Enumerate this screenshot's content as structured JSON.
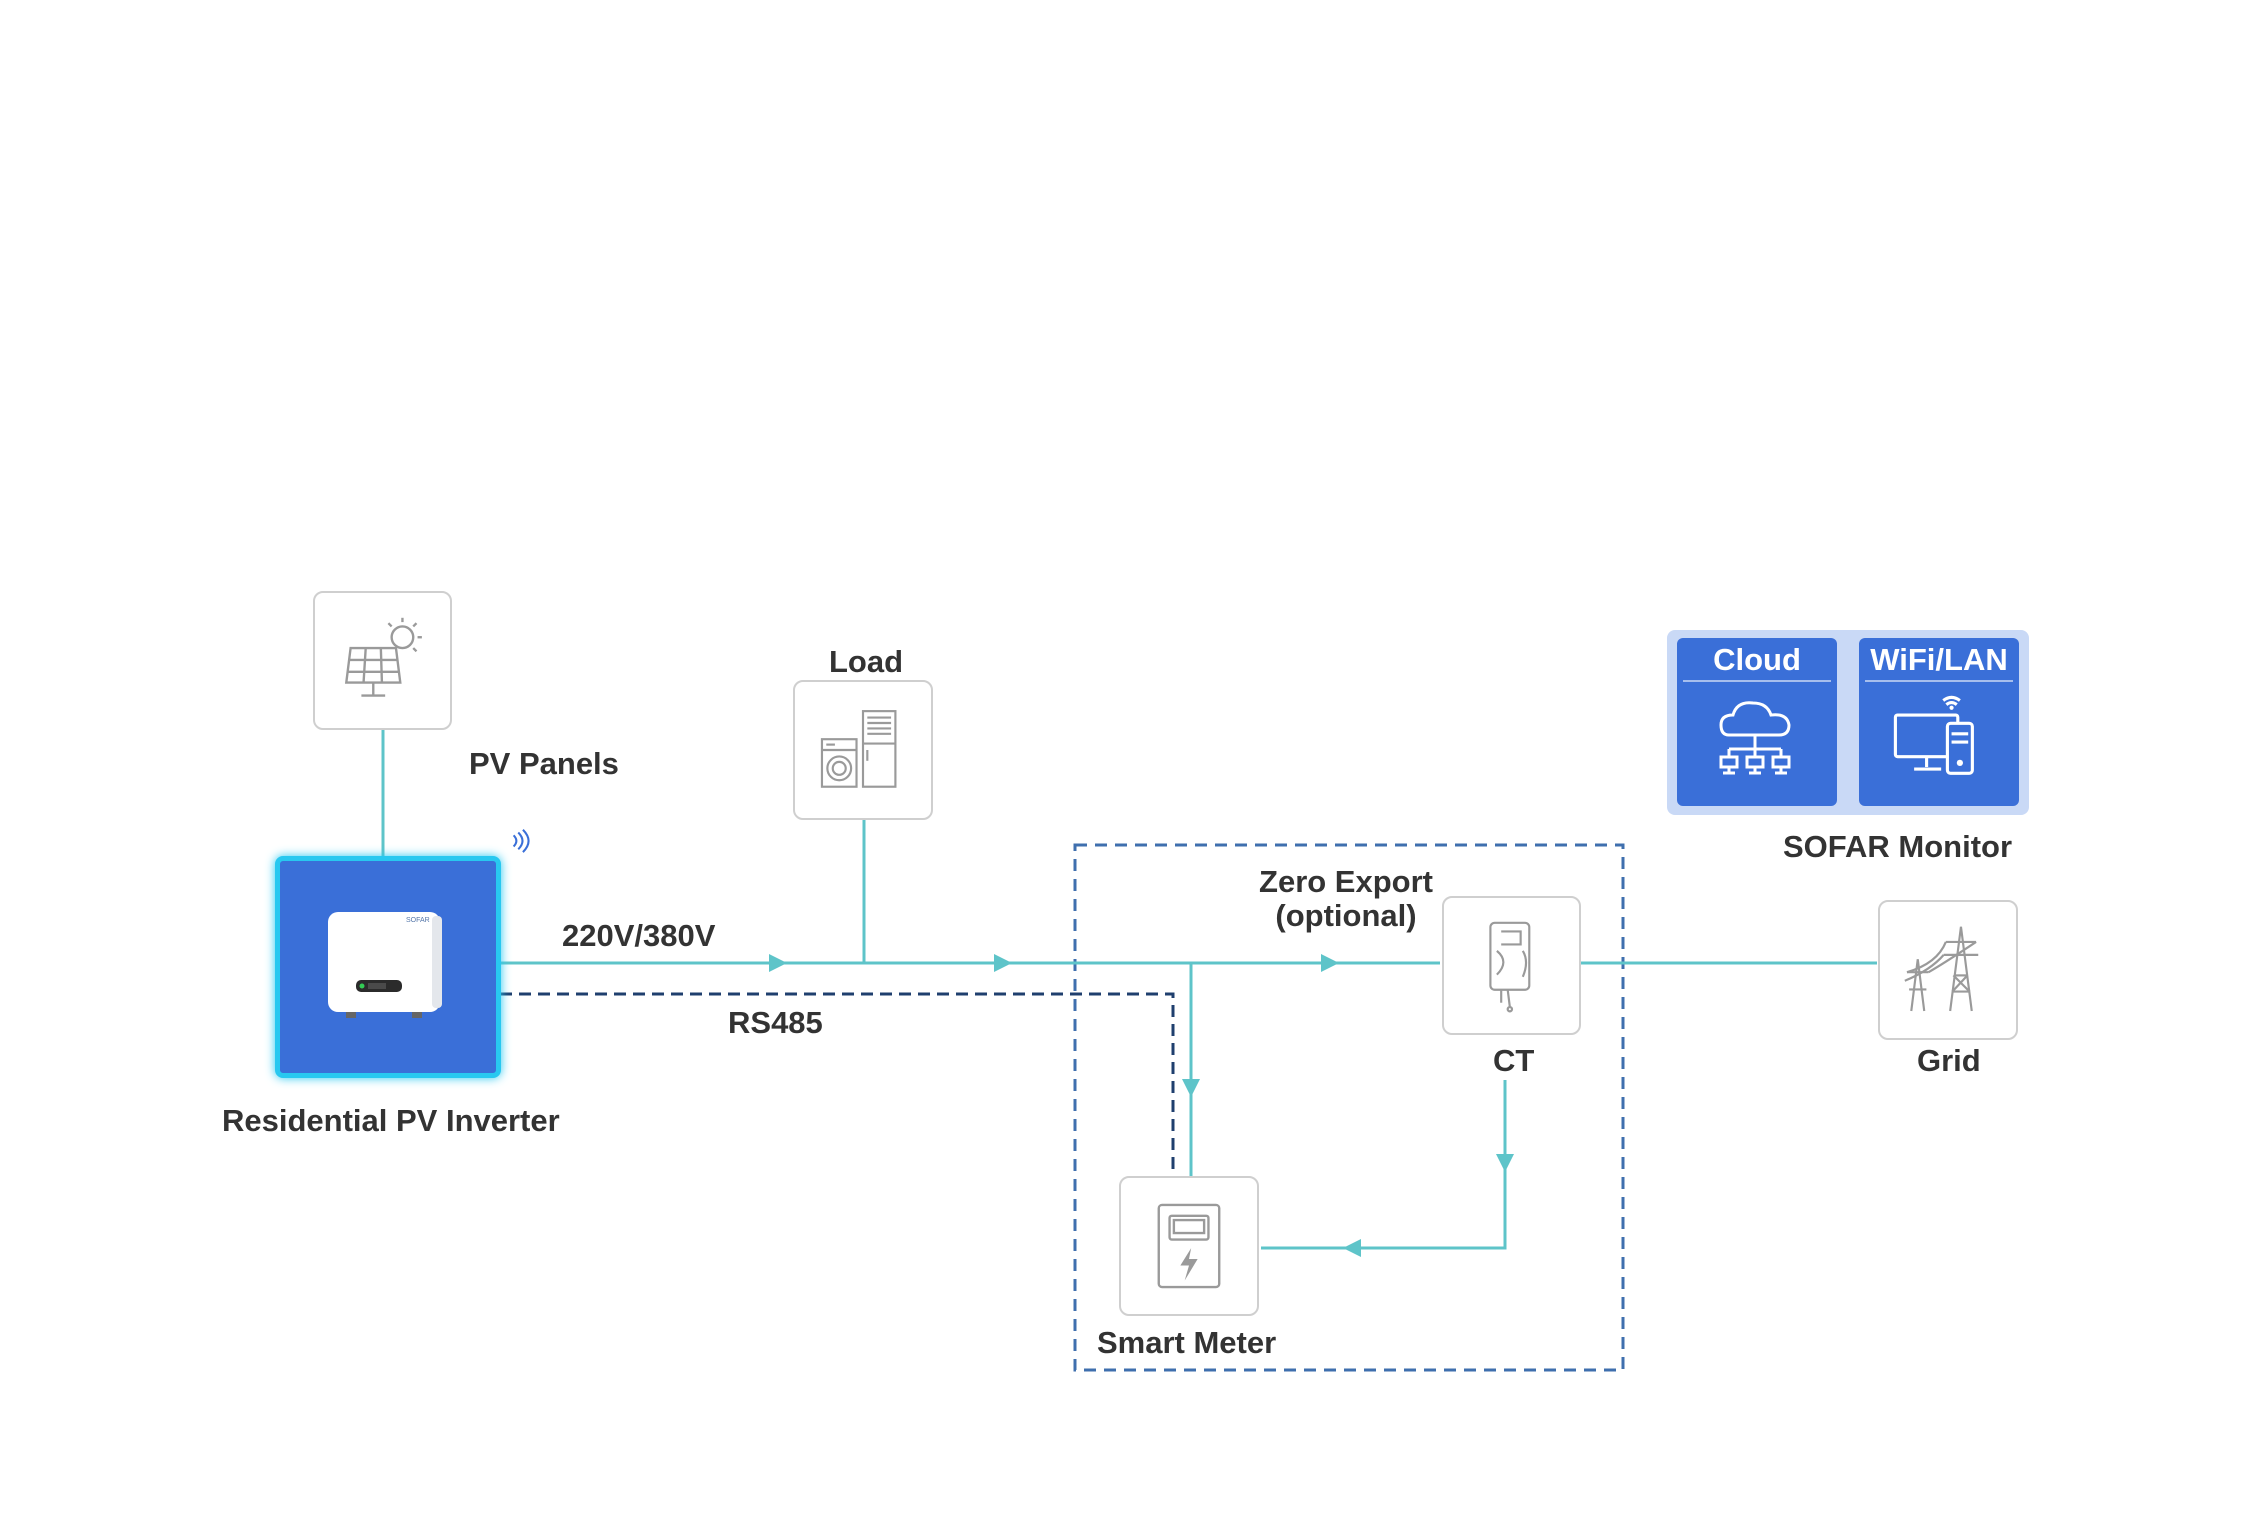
{
  "labels": {
    "pv_panels": "PV Panels",
    "load": "Load",
    "inverter": "Residential PV Inverter",
    "voltage": "220V/380V",
    "rs485": "RS485",
    "zero_export_line1": "Zero Export",
    "zero_export_line2": "(optional)",
    "ct": "CT",
    "grid": "Grid",
    "smart_meter": "Smart Meter",
    "monitor": "SOFAR Monitor",
    "cloud": "Cloud",
    "wifi_lan": "WiFi/LAN",
    "inverter_brand": "SOFAR"
  },
  "icons": {
    "pv_panels": "solar-panel-icon",
    "load": "appliances-icon",
    "inverter": "inverter-icon",
    "wifi_signal": "wifi-signal-icon",
    "ct": "current-transformer-icon",
    "grid": "transmission-tower-icon",
    "smart_meter": "smart-meter-icon",
    "cloud": "cloud-network-icon",
    "wifi_lan": "computer-wifi-icon"
  },
  "colors": {
    "power_line": "#5ec4c9",
    "comm_line": "#1f3f6e",
    "zone_border": "#3f6fae",
    "inverter_fill": "#3a6fd8",
    "inverter_glow": "#28c8f0",
    "monitor_tile": "#3a6fd8",
    "monitor_panel": "#c9d9f6",
    "icon_stroke": "#9a9a9a",
    "label_text": "#333333"
  }
}
